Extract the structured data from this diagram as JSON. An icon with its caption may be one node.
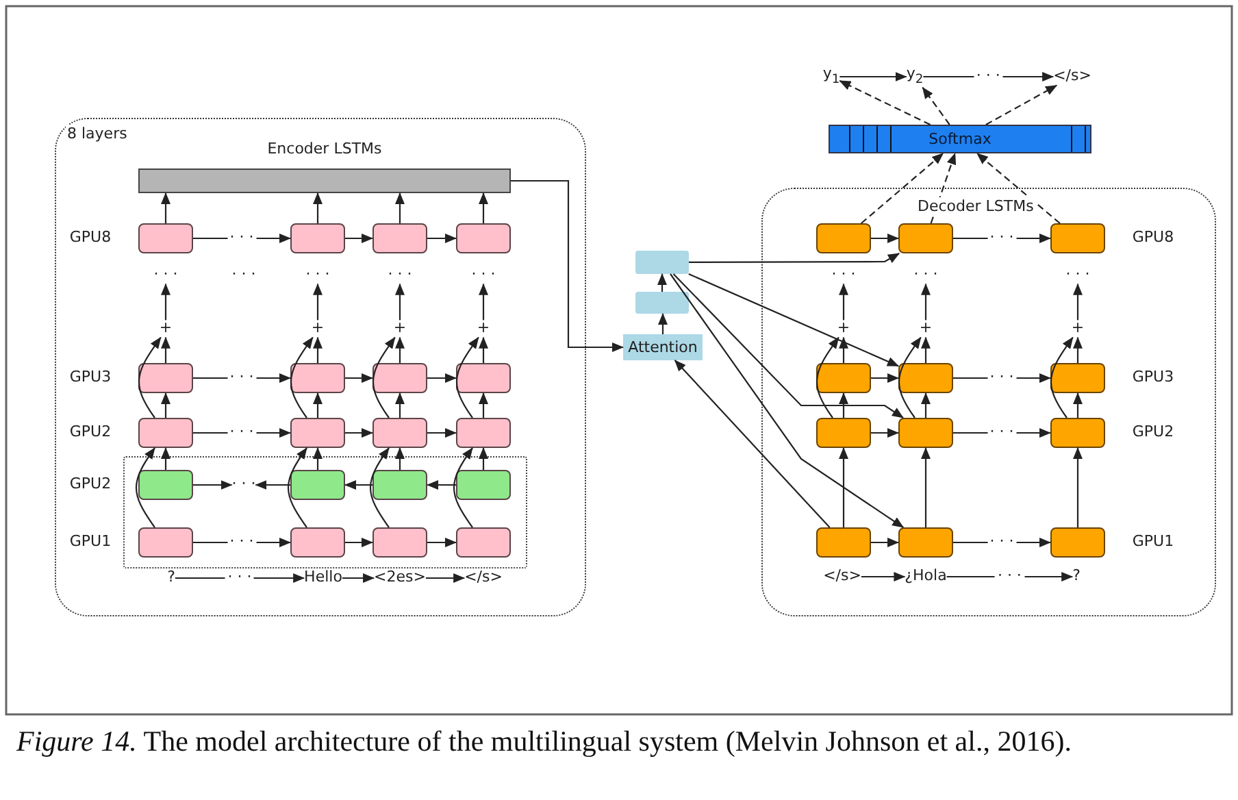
{
  "diagram": {
    "caption": "*Figure 14.* The model architecture of the multilingual system (Melvin Johnson et al., 2016).",
    "nodes": [
      {
        "text": [
          "8 layers"
        ]
      },
      {
        "text": [
          "Encoder LSTMs"
        ],
        "in": 0
      },
      {
        "text": [],
        "shape": "box",
        "in": 0
      },
      {
        "text": [],
        "shape": "box",
        "in": 0
      },
      {
        "text": [],
        "shape": "box",
        "in": 0
      },
      {
        "text": [],
        "shape": "box",
        "in": 0
      },
      {
        "text": [],
        "shape": "box",
        "in": 0
      },
      {
        "text": [],
        "shape": "box",
        "in": 0
      },
      {
        "text": [],
        "shape": "box",
        "in": 0
      },
      {
        "text": [],
        "shape": "box",
        "in": 0
      },
      {
        "text": [],
        "shape": "box",
        "in": 0
      },
      {
        "text": [],
        "shape": "box",
        "in": 0
      },
      {
        "text": [],
        "shape": "box",
        "in": 0
      },
      {
        "text": [],
        "shape": "box",
        "in": 0
      },
      {
        "text": [],
        "shape": "box",
        "in": 0
      },
      {
        "text": [],
        "shape": "box",
        "in": 2
      },
      {
        "text": [],
        "shape": "box",
        "in": 2
      },
      {
        "text": [],
        "shape": "box",
        "in": 2
      },
      {
        "text": [],
        "shape": "box",
        "in": 2
      },
      {
        "text": [],
        "shape": "box",
        "in": 2
      },
      {
        "text": [],
        "shape": "box",
        "in": 2
      },
      {
        "text": [],
        "shape": "box",
        "in": 2
      },
      {
        "text": [],
        "shape": "box",
        "in": 2
      },
      {
        "text": [
          "+"
        ],
        "in": 0
      },
      {
        "text": [
          "+"
        ],
        "in": 0
      },
      {
        "text": [
          "+"
        ],
        "in": 0
      },
      {
        "text": [
          "+"
        ],
        "in": 0
      },
      {
        "text": [
          "· · ·"
        ],
        "in": 0
      },
      {
        "text": [
          "· · ·"
        ],
        "in": 0
      },
      {
        "text": [
          "· · ·"
        ],
        "in": 0
      },
      {
        "text": [
          "· · ·"
        ],
        "in": 0
      },
      {
        "text": [
          "?"
        ],
        "in": 0
      },
      {
        "text": [
          "Hello"
        ],
        "in": 0
      },
      {
        "text": [
          "<2es>"
        ],
        "in": 0
      },
      {
        "text": [
          "</s>"
        ],
        "in": 0
      },
      {
        "text": [
          "Attention"
        ]
      },
      {
        "text": [],
        "shape": "box"
      },
      {
        "text": [],
        "shape": "box"
      },
      {
        "text": [
          "Softmax"
        ]
      },
      {
        "text": [
          "y$_{1}$"
        ]
      },
      {
        "text": [
          "y$_{2}$"
        ]
      },
      {
        "text": [
          "</s>"
        ]
      },
      {
        "text": [
          "Decoder LSTMs"
        ]
      },
      {
        "text": [],
        "shape": "box",
        "in": 42
      },
      {
        "text": [],
        "shape": "box",
        "in": 42
      },
      {
        "text": [],
        "shape": "box",
        "in": 42
      },
      {
        "text": [],
        "shape": "box",
        "in": 42
      },
      {
        "text": [],
        "shape": "box",
        "in": 42
      },
      {
        "text": [],
        "shape": "box",
        "in": 42
      },
      {
        "text": [],
        "shape": "box",
        "in": 42
      },
      {
        "text": [],
        "shape": "box",
        "in": 42
      },
      {
        "text": [],
        "shape": "box",
        "in": 42
      },
      {
        "text": [],
        "shape": "box",
        "in": 42
      },
      {
        "text": [],
        "shape": "box",
        "in": 42
      },
      {
        "text": [],
        "shape": "box",
        "in": 42
      },
      {
        "text": [
          "+"
        ],
        "in": 42
      },
      {
        "text": [
          "+"
        ],
        "in": 42
      },
      {
        "text": [
          "+"
        ],
        "in": 42
      },
      {
        "text": [
          "· · ·"
        ],
        "in": 42
      },
      {
        "text": [
          "· · ·"
        ],
        "in": 42
      },
      {
        "text": [
          "· · ·"
        ],
        "in": 42
      },
      {
        "text": [
          "</s>"
        ],
        "in": 42
      },
      {
        "text": [
          "¿Hola"
        ],
        "in": 42
      },
      {
        "text": [
          "?"
        ],
        "in": 42
      },
      {
        "text": [
          "· · ·"
        ],
        "in": 2
      }
    ],
    "edges": [
      {
        "from": 1,
        "to": 35,
        "arrow": "to"
      },
      {
        "from": 15,
        "to": 64,
        "arrow": "to"
      },
      {
        "from": 16,
        "to": 64,
        "arrow": "to"
      },
      {
        "from": 17,
        "to": 16,
        "arrow": "to"
      },
      {
        "from": 18,
        "to": 17,
        "arrow": "to"
      },
      {
        "from": 3,
        "to": 4,
        "arrow": "to",
        "label": "· · ·"
      },
      {
        "from": 4,
        "to": 5,
        "arrow": "to"
      },
      {
        "from": 5,
        "to": 6,
        "arrow": "to"
      },
      {
        "from": 7,
        "to": 8,
        "arrow": "to",
        "label": "· · ·"
      },
      {
        "from": 8,
        "to": 9,
        "arrow": "to"
      },
      {
        "from": 9,
        "to": 10,
        "arrow": "to"
      },
      {
        "from": 11,
        "to": 12,
        "arrow": "to",
        "label": "· · ·"
      },
      {
        "from": 12,
        "to": 13,
        "arrow": "to"
      },
      {
        "from": 13,
        "to": 14,
        "arrow": "to"
      },
      {
        "from": 19,
        "to": 20,
        "arrow": "to",
        "label": "· · ·"
      },
      {
        "from": 20,
        "to": 21,
        "arrow": "to"
      },
      {
        "from": 21,
        "to": 22,
        "arrow": "to"
      },
      {
        "from": 19,
        "to": 11,
        "arrow": "to"
      },
      {
        "from": 15,
        "to": 11,
        "arrow": "to"
      },
      {
        "from": 11,
        "to": 7,
        "arrow": "to"
      },
      {
        "from": 11,
        "to": 23,
        "arrow": "to"
      },
      {
        "from": 7,
        "to": 23,
        "arrow": "to"
      },
      {
        "from": 23,
        "to": 27,
        "arrow": "to"
      },
      {
        "from": 3,
        "to": 1,
        "arrow": "to"
      },
      {
        "from": 20,
        "to": 12,
        "arrow": "to"
      },
      {
        "from": 16,
        "to": 12,
        "arrow": "to"
      },
      {
        "from": 12,
        "to": 8,
        "arrow": "to"
      },
      {
        "from": 12,
        "to": 24,
        "arrow": "to"
      },
      {
        "from": 8,
        "to": 24,
        "arrow": "to"
      },
      {
        "from": 24,
        "to": 28,
        "arrow": "to"
      },
      {
        "from": 4,
        "to": 1,
        "arrow": "to"
      },
      {
        "from": 21,
        "to": 13,
        "arrow": "to"
      },
      {
        "from": 17,
        "to": 13,
        "arrow": "to"
      },
      {
        "from": 13,
        "to": 9,
        "arrow": "to"
      },
      {
        "from": 13,
        "to": 25,
        "arrow": "to"
      },
      {
        "from": 9,
        "to": 25,
        "arrow": "to"
      },
      {
        "from": 25,
        "to": 29,
        "arrow": "to"
      },
      {
        "from": 5,
        "to": 1,
        "arrow": "to"
      },
      {
        "from": 22,
        "to": 14,
        "arrow": "to"
      },
      {
        "from": 18,
        "to": 14,
        "arrow": "to"
      },
      {
        "from": 14,
        "to": 10,
        "arrow": "to"
      },
      {
        "from": 14,
        "to": 26,
        "arrow": "to"
      },
      {
        "from": 10,
        "to": 26,
        "arrow": "to"
      },
      {
        "from": 26,
        "to": 30,
        "arrow": "to"
      },
      {
        "from": 6,
        "to": 1,
        "arrow": "to"
      },
      {
        "from": 31,
        "to": 32,
        "arrow": "to",
        "label": "· · ·"
      },
      {
        "from": 32,
        "to": 33,
        "arrow": "to"
      },
      {
        "from": 33,
        "to": 34,
        "arrow": "to"
      },
      {
        "from": 35,
        "to": 37,
        "arrow": "to"
      },
      {
        "from": 37,
        "to": 36,
        "arrow": "to"
      },
      {
        "from": 36,
        "to": 44,
        "arrow": "to"
      },
      {
        "from": 36,
        "to": 47,
        "arrow": "to"
      },
      {
        "from": 36,
        "to": 50,
        "arrow": "to"
      },
      {
        "from": 36,
        "to": 53,
        "arrow": "to"
      },
      {
        "from": 52,
        "to": 35,
        "arrow": "to"
      },
      {
        "from": 43,
        "to": 44,
        "arrow": "to"
      },
      {
        "from": 44,
        "to": 45,
        "arrow": "to",
        "label": "· · ·"
      },
      {
        "from": 46,
        "to": 47,
        "arrow": "to"
      },
      {
        "from": 47,
        "to": 48,
        "arrow": "to",
        "label": "· · ·"
      },
      {
        "from": 49,
        "to": 50,
        "arrow": "to"
      },
      {
        "from": 50,
        "to": 51,
        "arrow": "to",
        "label": "· · ·"
      },
      {
        "from": 52,
        "to": 53,
        "arrow": "to"
      },
      {
        "from": 53,
        "to": 54,
        "arrow": "to",
        "label": "· · ·"
      },
      {
        "from": 52,
        "to": 49,
        "arrow": "to"
      },
      {
        "from": 49,
        "to": 46,
        "arrow": "to"
      },
      {
        "from": 49,
        "to": 55,
        "arrow": "to"
      },
      {
        "from": 46,
        "to": 55,
        "arrow": "to"
      },
      {
        "from": 55,
        "to": 58,
        "arrow": "to"
      },
      {
        "from": 43,
        "to": 38,
        "arrow": "to",
        "style": "dashed"
      },
      {
        "from": 53,
        "to": 50,
        "arrow": "to"
      },
      {
        "from": 50,
        "to": 47,
        "arrow": "to"
      },
      {
        "from": 50,
        "to": 56,
        "arrow": "to"
      },
      {
        "from": 47,
        "to": 56,
        "arrow": "to"
      },
      {
        "from": 56,
        "to": 59,
        "arrow": "to"
      },
      {
        "from": 44,
        "to": 38,
        "arrow": "to",
        "style": "dashed"
      },
      {
        "from": 54,
        "to": 51,
        "arrow": "to"
      },
      {
        "from": 51,
        "to": 48,
        "arrow": "to"
      },
      {
        "from": 51,
        "to": 57,
        "arrow": "to"
      },
      {
        "from": 48,
        "to": 57,
        "arrow": "to"
      },
      {
        "from": 57,
        "to": 60,
        "arrow": "to"
      },
      {
        "from": 45,
        "to": 38,
        "arrow": "to",
        "style": "dashed"
      },
      {
        "from": 38,
        "to": 39,
        "arrow": "to",
        "style": "dashed"
      },
      {
        "from": 38,
        "to": 40,
        "arrow": "to",
        "style": "dashed"
      },
      {
        "from": 38,
        "to": 41,
        "arrow": "to",
        "style": "dashed"
      },
      {
        "from": 39,
        "to": 40,
        "arrow": "to"
      },
      {
        "from": 40,
        "to": 41,
        "arrow": "to",
        "label": "· · ·"
      },
      {
        "from": 61,
        "to": 62,
        "arrow": "to"
      },
      {
        "from": 62,
        "to": 63,
        "arrow": "to",
        "label": "· · ·"
      }
    ],
    "labels": [
      "GPU8",
      "· · ·",
      "GPU3",
      "GPU2",
      "GPU2",
      "GPU1",
      "GPU8",
      "GPU3",
      "GPU2",
      "GPU1"
    ]
  }
}
